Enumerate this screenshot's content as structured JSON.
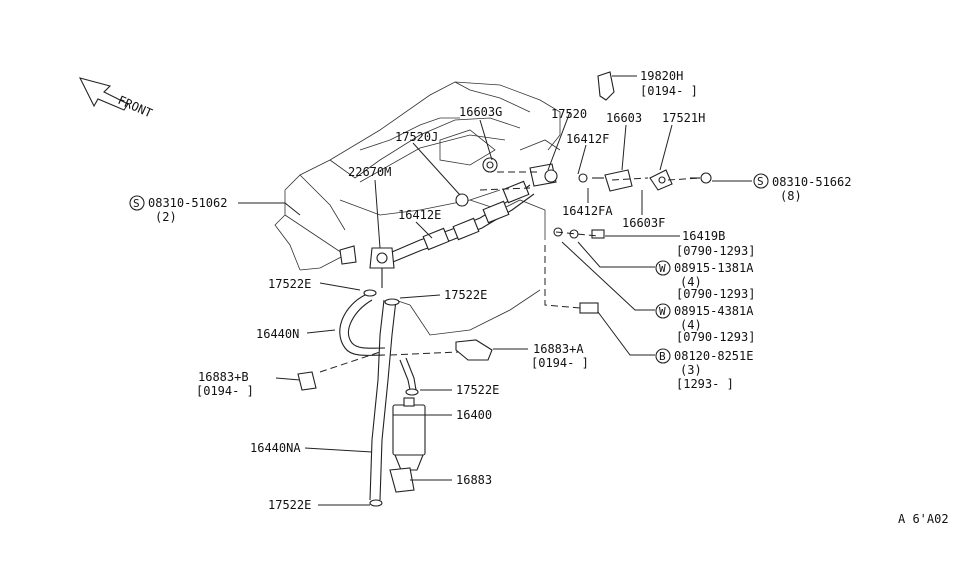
{
  "front_label": "FRONT",
  "diagram_code": "A 6'A02",
  "labels": {
    "p19820H": "19820H",
    "p19820H_range": "[0194-   ]",
    "p17520": "17520",
    "p16603G": "16603G",
    "p16603": "16603",
    "p17521H": "17521H",
    "p17520J": "17520J",
    "p16412F": "16412F",
    "p22670M": "22670M",
    "p08310_51662": "08310-51662",
    "p08310_51662_qty": "(8)",
    "p08310_51062": "08310-51062",
    "p08310_51062_qty": "(2)",
    "p16412FA": "16412FA",
    "p16412E": "16412E",
    "p16603F": "16603F",
    "p16419B": "16419B",
    "p16419B_range": "[0790-1293]",
    "p08915_1381A": "08915-1381A",
    "p08915_1381A_qty": "(4)",
    "p08915_1381A_range": "[0790-1293]",
    "p08915_4381A": "08915-4381A",
    "p08915_4381A_qty": "(4)",
    "p08915_4381A_range": "[0790-1293]",
    "p08120_8251E": "08120-8251E",
    "p08120_8251E_qty": "(3)",
    "p08120_8251E_range": "[1293-   ]",
    "p17522E_a": "17522E",
    "p17522E_b": "17522E",
    "p17522E_c": "17522E",
    "p17522E_d": "17522E",
    "p16440N": "16440N",
    "p16883A": "16883+A",
    "p16883A_range": "[0194-   ]",
    "p16883B": "16883+B",
    "p16883B_range": "[0194-   ]",
    "p16400": "16400",
    "p16440NA": "16440NA",
    "p16883": "16883"
  },
  "badges": {
    "s1": "S",
    "s2": "S",
    "w1": "W",
    "w2": "W",
    "b1": "B"
  }
}
